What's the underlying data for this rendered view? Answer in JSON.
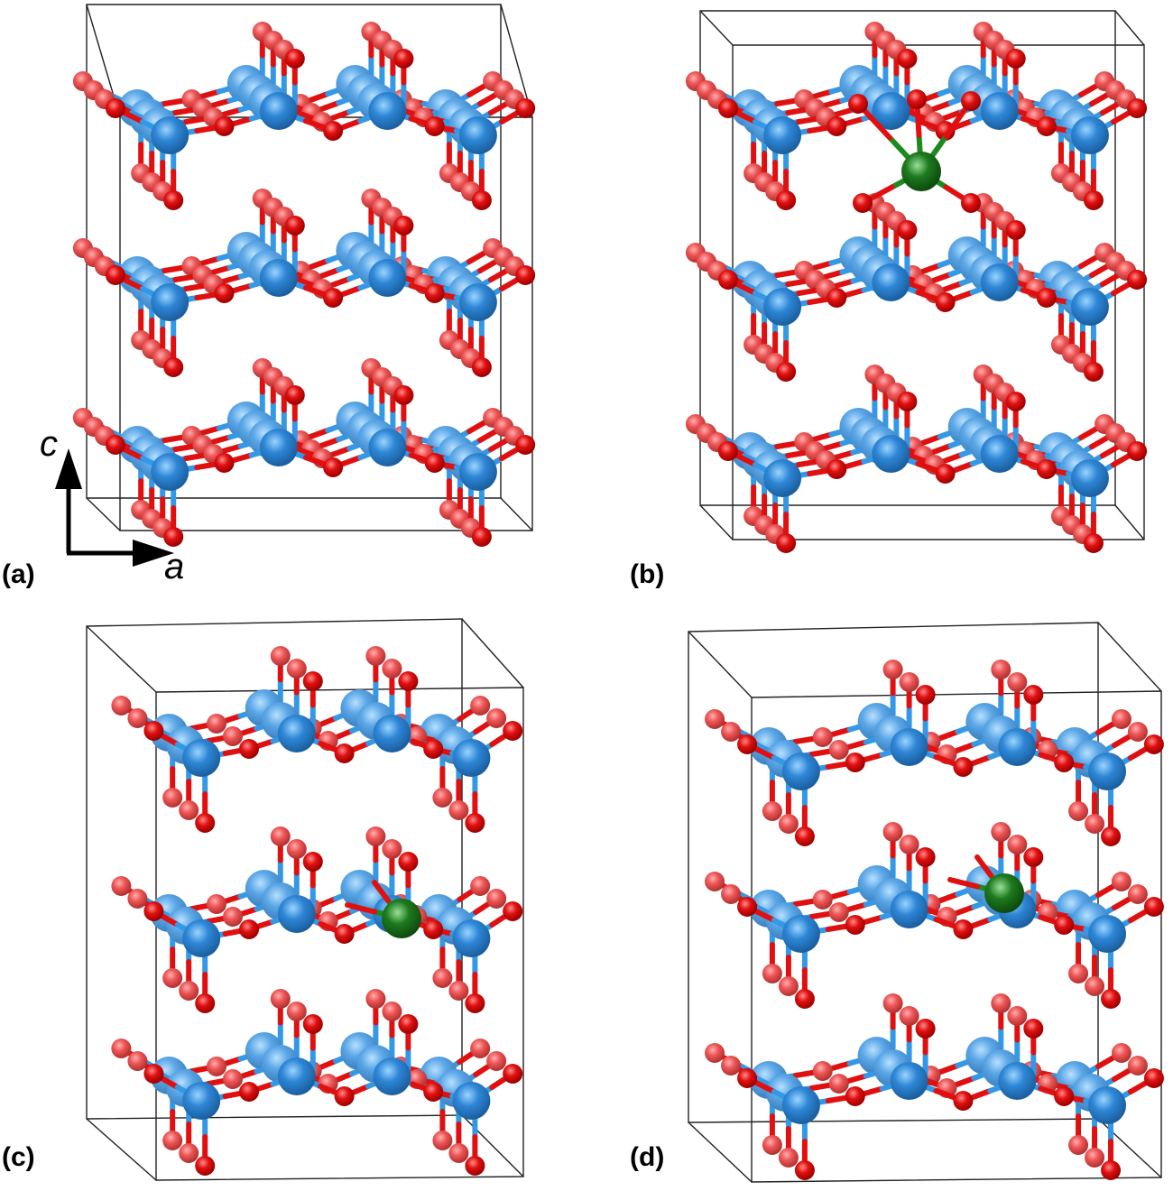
{
  "figure": {
    "colors": {
      "metal_atom": "#2E86D6",
      "metal_atom_back": "#5AA6E6",
      "oxygen_atom": "#E01010",
      "oxygen_atom_back": "#EE5555",
      "dopant_atom": "#1E7A1E",
      "bond_metal": "#3399E6",
      "bond_oxygen": "#E01010",
      "bond_dopant": "#1E8A1E",
      "cell_edge": "#222222",
      "background": "#FFFFFF"
    },
    "axes": {
      "vertical_label": "c",
      "horizontal_label": "a"
    },
    "panels": [
      {
        "id": "a",
        "label": "(a)",
        "description": "Pristine layered oxide, three layers along c",
        "layers": 3,
        "dopant": false,
        "box": {
          "front": [
            [
              133,
              130
            ],
            [
              590,
              130
            ],
            [
              590,
              588
            ],
            [
              133,
              588
            ]
          ],
          "back": [
            [
              96,
              5
            ],
            [
              555,
              5
            ],
            [
              555,
              552
            ],
            [
              96,
              552
            ]
          ]
        },
        "layer_y": [
          115,
          300,
          488
        ]
      },
      {
        "id": "b",
        "label": "(b)",
        "description": "Dopant atom intercalated between layers 1 and 2",
        "layers": 3,
        "dopant": true,
        "dopant_pos": [
          1021,
          190
        ],
        "box": {
          "front": [
            [
              812,
              50
            ],
            [
              1268,
              50
            ],
            [
              1268,
              598
            ],
            [
              812,
              598
            ]
          ],
          "back": [
            [
              776,
              12
            ],
            [
              1236,
              12
            ],
            [
              1236,
              560
            ],
            [
              776,
              560
            ]
          ]
        },
        "layer_y": [
          115,
          305,
          495
        ]
      },
      {
        "id": "c",
        "label": "(c)",
        "description": "Dopant atom incorporated in middle layer (tilted view)",
        "layers": 3,
        "dopant": true,
        "dopant_pos": [
          445,
          1018
        ],
        "box": {
          "front": [
            [
              173,
              767
            ],
            [
              580,
              762
            ],
            [
              580,
              1304
            ],
            [
              173,
              1308
            ]
          ],
          "back": [
            [
              96,
              694
            ],
            [
              512,
              686
            ],
            [
              512,
              1236
            ],
            [
              96,
              1240
            ]
          ]
        },
        "layer_y": [
          805,
          1005,
          1185
        ]
      },
      {
        "id": "d",
        "label": "(d)",
        "description": "Dopant atom substituted in middle layer (tilted view)",
        "layers": 3,
        "dopant": true,
        "dopant_pos": [
          1113,
          990
        ],
        "box": {
          "front": [
            [
              833,
              773
            ],
            [
              1287,
              766
            ],
            [
              1287,
              1305
            ],
            [
              833,
              1310
            ]
          ],
          "back": [
            [
              763,
              700
            ],
            [
              1217,
              690
            ],
            [
              1217,
              1240
            ],
            [
              763,
              1244
            ]
          ]
        },
        "layer_y": [
          820,
          1000,
          1190
        ]
      }
    ]
  }
}
